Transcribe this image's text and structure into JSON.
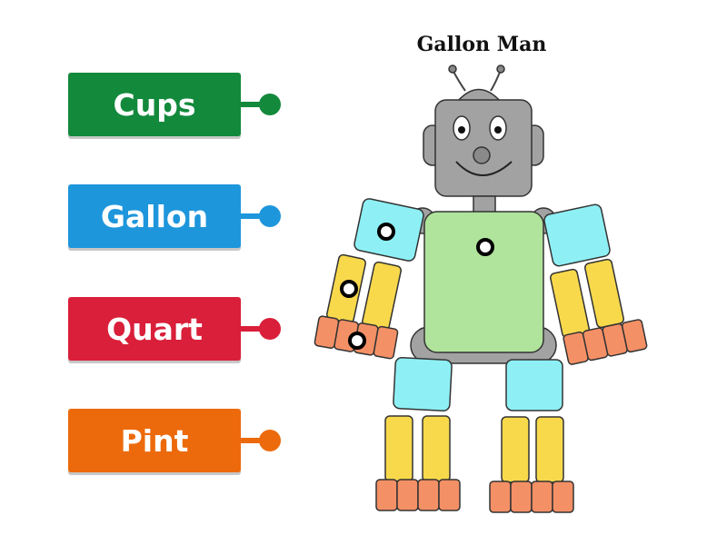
{
  "labels": [
    {
      "text": "Cups",
      "color": "#13893c"
    },
    {
      "text": "Gallon",
      "color": "#1e96dc"
    },
    {
      "text": "Quart",
      "color": "#d91f3a"
    },
    {
      "text": "Pint",
      "color": "#ec6a0c"
    }
  ],
  "diagram": {
    "title": "Gallon Man",
    "colors": {
      "gallon_body": "#b0e39b",
      "quart_block": "#8ef0f5",
      "pint_block": "#f8d94c",
      "cup_block": "#f49066",
      "robot_gray": "#a2a2a2"
    }
  }
}
